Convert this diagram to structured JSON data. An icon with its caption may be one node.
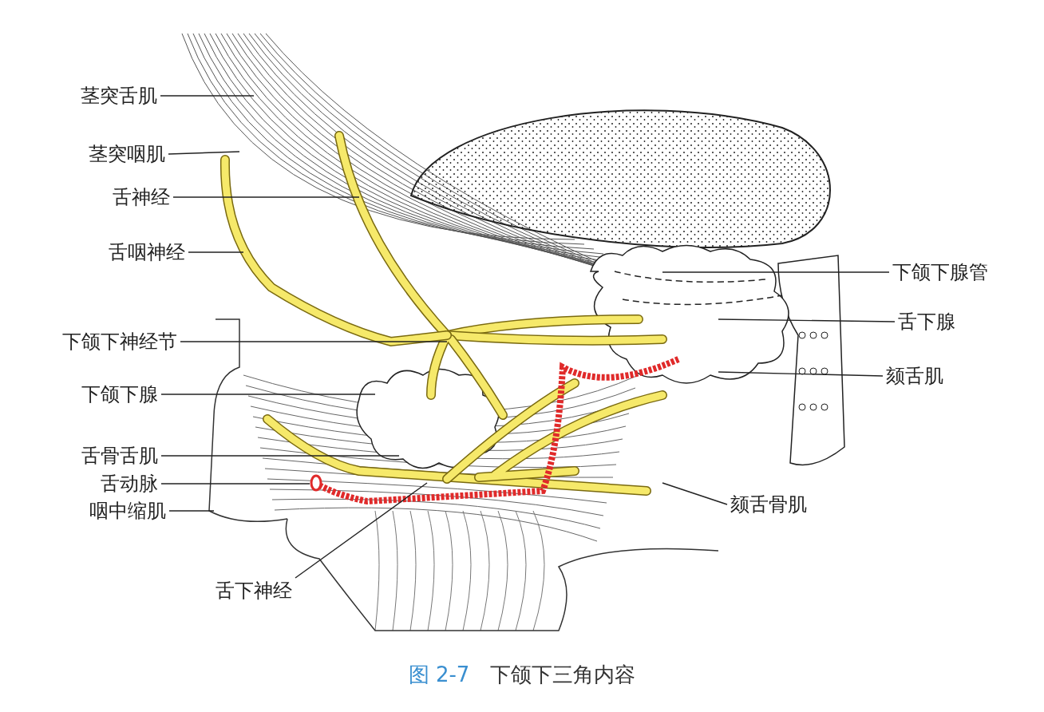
{
  "diagram": {
    "caption": "图 2-7 下颌下三角内容",
    "nodes": [
      {
        "text": [
          "茎突舌肌"
        ]
      },
      {
        "text": [
          "茎突咽肌"
        ]
      },
      {
        "text": [
          "舌神经"
        ]
      },
      {
        "text": [
          "舌咽神经"
        ]
      },
      {
        "text": [
          "下颌下神经节"
        ]
      },
      {
        "text": [
          "下颌下腺"
        ]
      },
      {
        "text": [
          "舌骨舌肌"
        ]
      },
      {
        "text": [
          "舌动脉"
        ]
      },
      {
        "text": [
          "咽中缩肌"
        ]
      },
      {
        "text": [
          "舌下神经"
        ]
      },
      {
        "text": [
          "下颌下腺管"
        ]
      },
      {
        "text": [
          "舌下腺"
        ]
      },
      {
        "text": [
          "颏舌肌"
        ]
      },
      {
        "text": [
          "颏舌骨肌"
        ]
      }
    ],
    "edges": [
      {
        "from": 0,
        "to": null,
        "arrow": "none"
      },
      {
        "from": 1,
        "to": null,
        "arrow": "none"
      },
      {
        "from": 2,
        "to": null,
        "arrow": "none"
      },
      {
        "from": 3,
        "to": null,
        "arrow": "none"
      },
      {
        "from": 4,
        "to": null,
        "arrow": "none"
      },
      {
        "from": 5,
        "to": null,
        "arrow": "none"
      },
      {
        "from": 6,
        "to": null,
        "arrow": "none"
      },
      {
        "from": 7,
        "to": null,
        "arrow": "none"
      },
      {
        "from": 8,
        "to": null,
        "arrow": "none"
      },
      {
        "from": 9,
        "to": null,
        "arrow": "none"
      },
      {
        "from": 10,
        "to": null,
        "arrow": "none"
      },
      {
        "from": 11,
        "to": null,
        "arrow": "none"
      },
      {
        "from": 12,
        "to": null,
        "arrow": "none"
      },
      {
        "from": 13,
        "to": null,
        "arrow": "none"
      }
    ]
  }
}
